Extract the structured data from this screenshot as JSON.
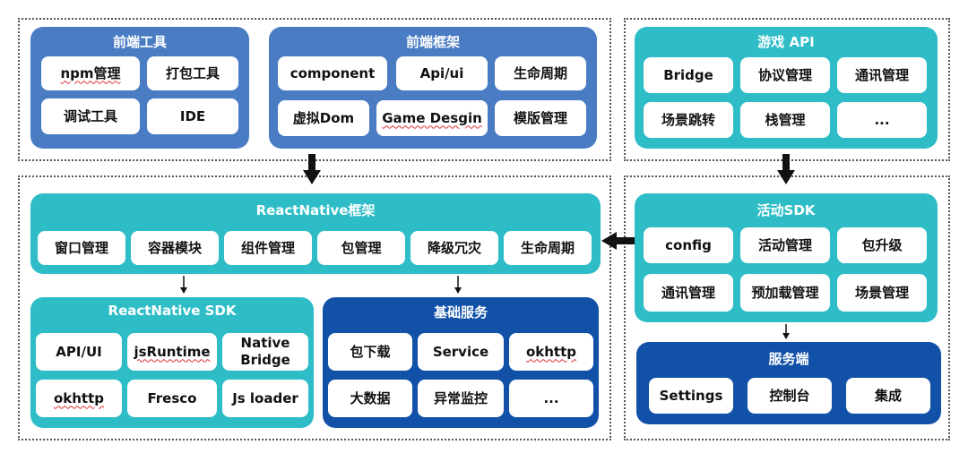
{
  "frontend_tools": {
    "title": "前端工具",
    "items": [
      "npm管理",
      "打包工具",
      "调试工具",
      "IDE"
    ]
  },
  "frontend_framework": {
    "title": "前端框架",
    "items": [
      "component",
      "Api/ui",
      "生命周期",
      "虚拟Dom",
      "Game Desgin",
      "模版管理"
    ]
  },
  "game_api": {
    "title": "游戏 API",
    "items": [
      "Bridge",
      "协议管理",
      "通讯管理",
      "场景跳转",
      "栈管理",
      "..."
    ]
  },
  "rn_framework": {
    "title": "ReactNative框架",
    "items": [
      "窗口管理",
      "容器模块",
      "组件管理",
      "包管理",
      "降级冗灾",
      "生命周期"
    ]
  },
  "activity_sdk": {
    "title": "活动SDK",
    "items": [
      "config",
      "活动管理",
      "包升级",
      "通讯管理",
      "预加载管理",
      "场景管理"
    ]
  },
  "rn_sdk": {
    "title": "ReactNative SDK",
    "items": [
      "API/UI",
      "jsRuntime",
      "Native Bridge",
      "okhttp",
      "Fresco",
      "Js loader"
    ]
  },
  "base_services": {
    "title": "基础服务",
    "items": [
      "包下载",
      "Service",
      "okhttp",
      "大数据",
      "异常监控",
      "..."
    ]
  },
  "server": {
    "title": "服务端",
    "items": [
      "Settings",
      "控制台",
      "集成"
    ]
  },
  "colors": {
    "light_blue": "#4a7cc4",
    "teal": "#2ebdc6",
    "navy": "#1251a8"
  }
}
